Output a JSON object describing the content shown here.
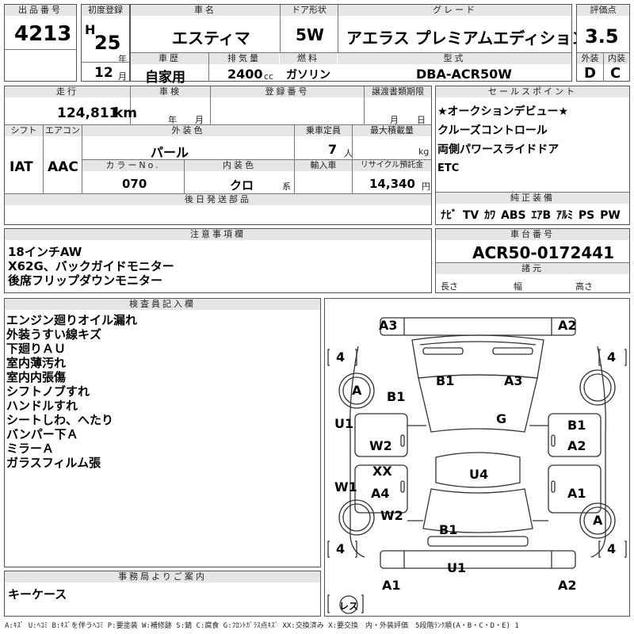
{
  "top": {
    "lot_no_header": "出品番号",
    "lot_no": "4213",
    "first_reg_header": "初度登録",
    "era": "H",
    "year": "25",
    "year_unit": "年",
    "month": "12",
    "month_unit": "月",
    "car_name_header": "車名",
    "car_name": "エスティマ",
    "door_header": "ドア形状",
    "door": "5W",
    "grade_header": "グレード",
    "grade": "アエラス プレミアムエディション",
    "score_header": "評価点",
    "score": "3.5",
    "history_header": "車歴",
    "history": "自家用",
    "displacement_header": "排気量",
    "displacement": "2400",
    "displacement_unit": "cc",
    "fuel_header": "燃料",
    "fuel": "ガソリン",
    "model_header": "型式",
    "model": "DBA-ACR50W",
    "ext_header": "外装",
    "ext_score": "D",
    "int_header": "内装",
    "int_score": "C"
  },
  "mid": {
    "mileage_header": "走行",
    "mileage": "124,811",
    "mileage_unit": "km",
    "inspection_header": "車検",
    "insp_year": "年",
    "insp_month": "月",
    "reg_no_header": "登録番号",
    "transfer_header": "譲渡書類期限",
    "transfer_month": "月",
    "transfer_day": "日",
    "shift_header": "シフト",
    "shift": "IAT",
    "ac_header": "エアコン",
    "ac": "AAC",
    "ext_color_header": "外装色",
    "ext_color": "パール",
    "capacity_header": "乗車定員",
    "capacity": "7",
    "capacity_unit": "人",
    "max_load_header": "最大積載量",
    "max_load_unit": "kg",
    "color_no_header": "カラーNo.",
    "color_no": "070",
    "int_color_header": "内装色",
    "int_color": "クロ",
    "int_color_unit": "系",
    "import_header": "輸入車",
    "recycle_header": "リサイクル預託金",
    "recycle": "14,340",
    "recycle_unit": "円",
    "later_parts_header": "後日発送部品"
  },
  "sales": {
    "header": "セールスポイント",
    "items": [
      "★オークションデビュー★",
      "クルーズコントロール",
      "両側パワースライドドア",
      "ETC"
    ]
  },
  "equipment": {
    "header": "純正装備",
    "items": [
      "ﾅﾋﾞ",
      "TV",
      "ｶﾜ",
      "ABS",
      "ｴｱB",
      "ｱﾙﾐ",
      "PS",
      "PW"
    ]
  },
  "notes": {
    "header": "注意事項欄",
    "items": [
      "18インチAW",
      "X62G、バックガイドモニター",
      "後席フリップダウンモニター"
    ]
  },
  "chassis": {
    "header": "車台番号",
    "number": "ACR50-0172441",
    "spec_header": "諸元",
    "length": "長さ",
    "width": "幅",
    "height": "高さ"
  },
  "inspector": {
    "header": "検査員記入欄",
    "items": [
      "エンジン廻りオイル漏れ",
      "外装うすい線キズ",
      "下廻りＡＵ",
      "室内薄汚れ",
      "室内内張傷",
      "シフトノブすれ",
      "ハンドルすれ",
      "シートしわ、へたり",
      "バンパー下Ａ",
      "ミラーＡ",
      "ガラスフィルム張"
    ]
  },
  "office": {
    "header": "事務局よりご案内",
    "items": [
      "キーケース"
    ]
  },
  "diagram": {
    "a3_left": "A3",
    "a2_right_top": "A2",
    "tire_fl": "4",
    "tire_fr": "4",
    "tire_rl": "4",
    "tire_rr": "4",
    "wheel_a_left": "A",
    "b1_left": "B1",
    "b1_hood": "B1",
    "a3_hood": "A3",
    "g_glass": "G",
    "b1_right": "B1",
    "a2_right": "A2",
    "u1_left": "U1",
    "w2_left": "W2",
    "xx_left": "XX",
    "w1_left": "W1",
    "a4_left": "A4",
    "u4_roof": "U4",
    "a1_right": "A1",
    "w2_left_rear": "W2",
    "wheel_a_right": "A",
    "b1_rear": "B1",
    "u1_rear": "U1",
    "a1_left_bottom": "A1",
    "a2_right_bottom": "A2",
    "spare": "レス"
  },
  "legend": "A:ｷｽﾞ U:ﾍｺﾐ B:ｷｽﾞを伴うﾍｺﾐ P:要塗装 W:補修跡 S:錆 C:腐食 G:ﾌﾛﾝﾄｶﾞﾗｽ点ｷｽﾞ XX:交換済み X:要交換　内・外装評価　5段階ﾗﾝｸ順(A・B・C・D・E) 1"
}
